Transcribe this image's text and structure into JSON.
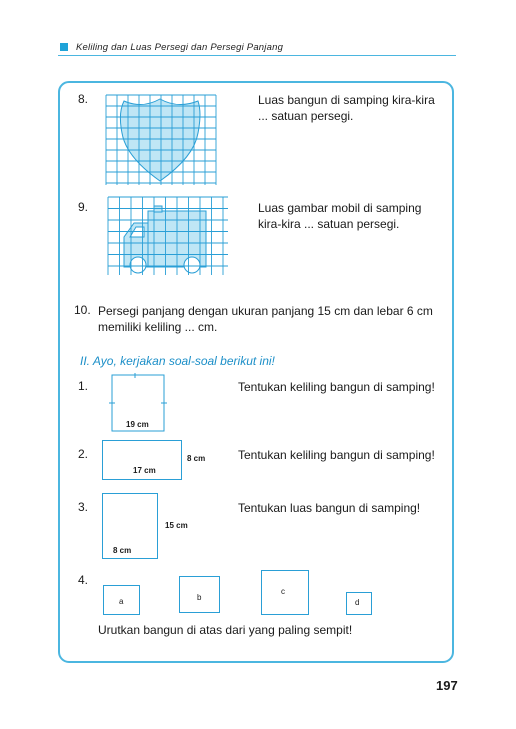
{
  "header": {
    "title": "Keliling dan Luas Persegi dan Persegi Panjang"
  },
  "items": {
    "q8": {
      "number": "8.",
      "text": "Luas bangun di samping kira-kira ... satuan persegi."
    },
    "q9": {
      "number": "9.",
      "text": "Luas gambar mobil di samping kira-kira ... satuan persegi."
    },
    "q10": {
      "number": "10.",
      "text": "Persegi panjang dengan ukuran panjang 15 cm dan lebar 6 cm memiliki keliling ... cm."
    }
  },
  "section2": {
    "title": "II. Ayo, kerjakan soal-soal berikut ini!",
    "q1": {
      "number": "1.",
      "text": "Tentukan keliling bangun di samping!",
      "label": "19 cm"
    },
    "q2": {
      "number": "2.",
      "text": "Tentukan keliling bangun di samping!",
      "length": "17 cm",
      "width": "8 cm"
    },
    "q3": {
      "number": "3.",
      "text": "Tentukan luas bangun di samping!",
      "height": "15 cm",
      "width": "8 cm"
    },
    "q4": {
      "number": "4.",
      "shapes": [
        "a",
        "b",
        "c",
        "d"
      ],
      "text": "Urutkan bangun di atas dari yang paling sempit!"
    }
  },
  "page_number": "197",
  "colors": {
    "accent": "#4bb6e0",
    "grid": "#2a9fd6",
    "fill": "#bfe6f5"
  }
}
